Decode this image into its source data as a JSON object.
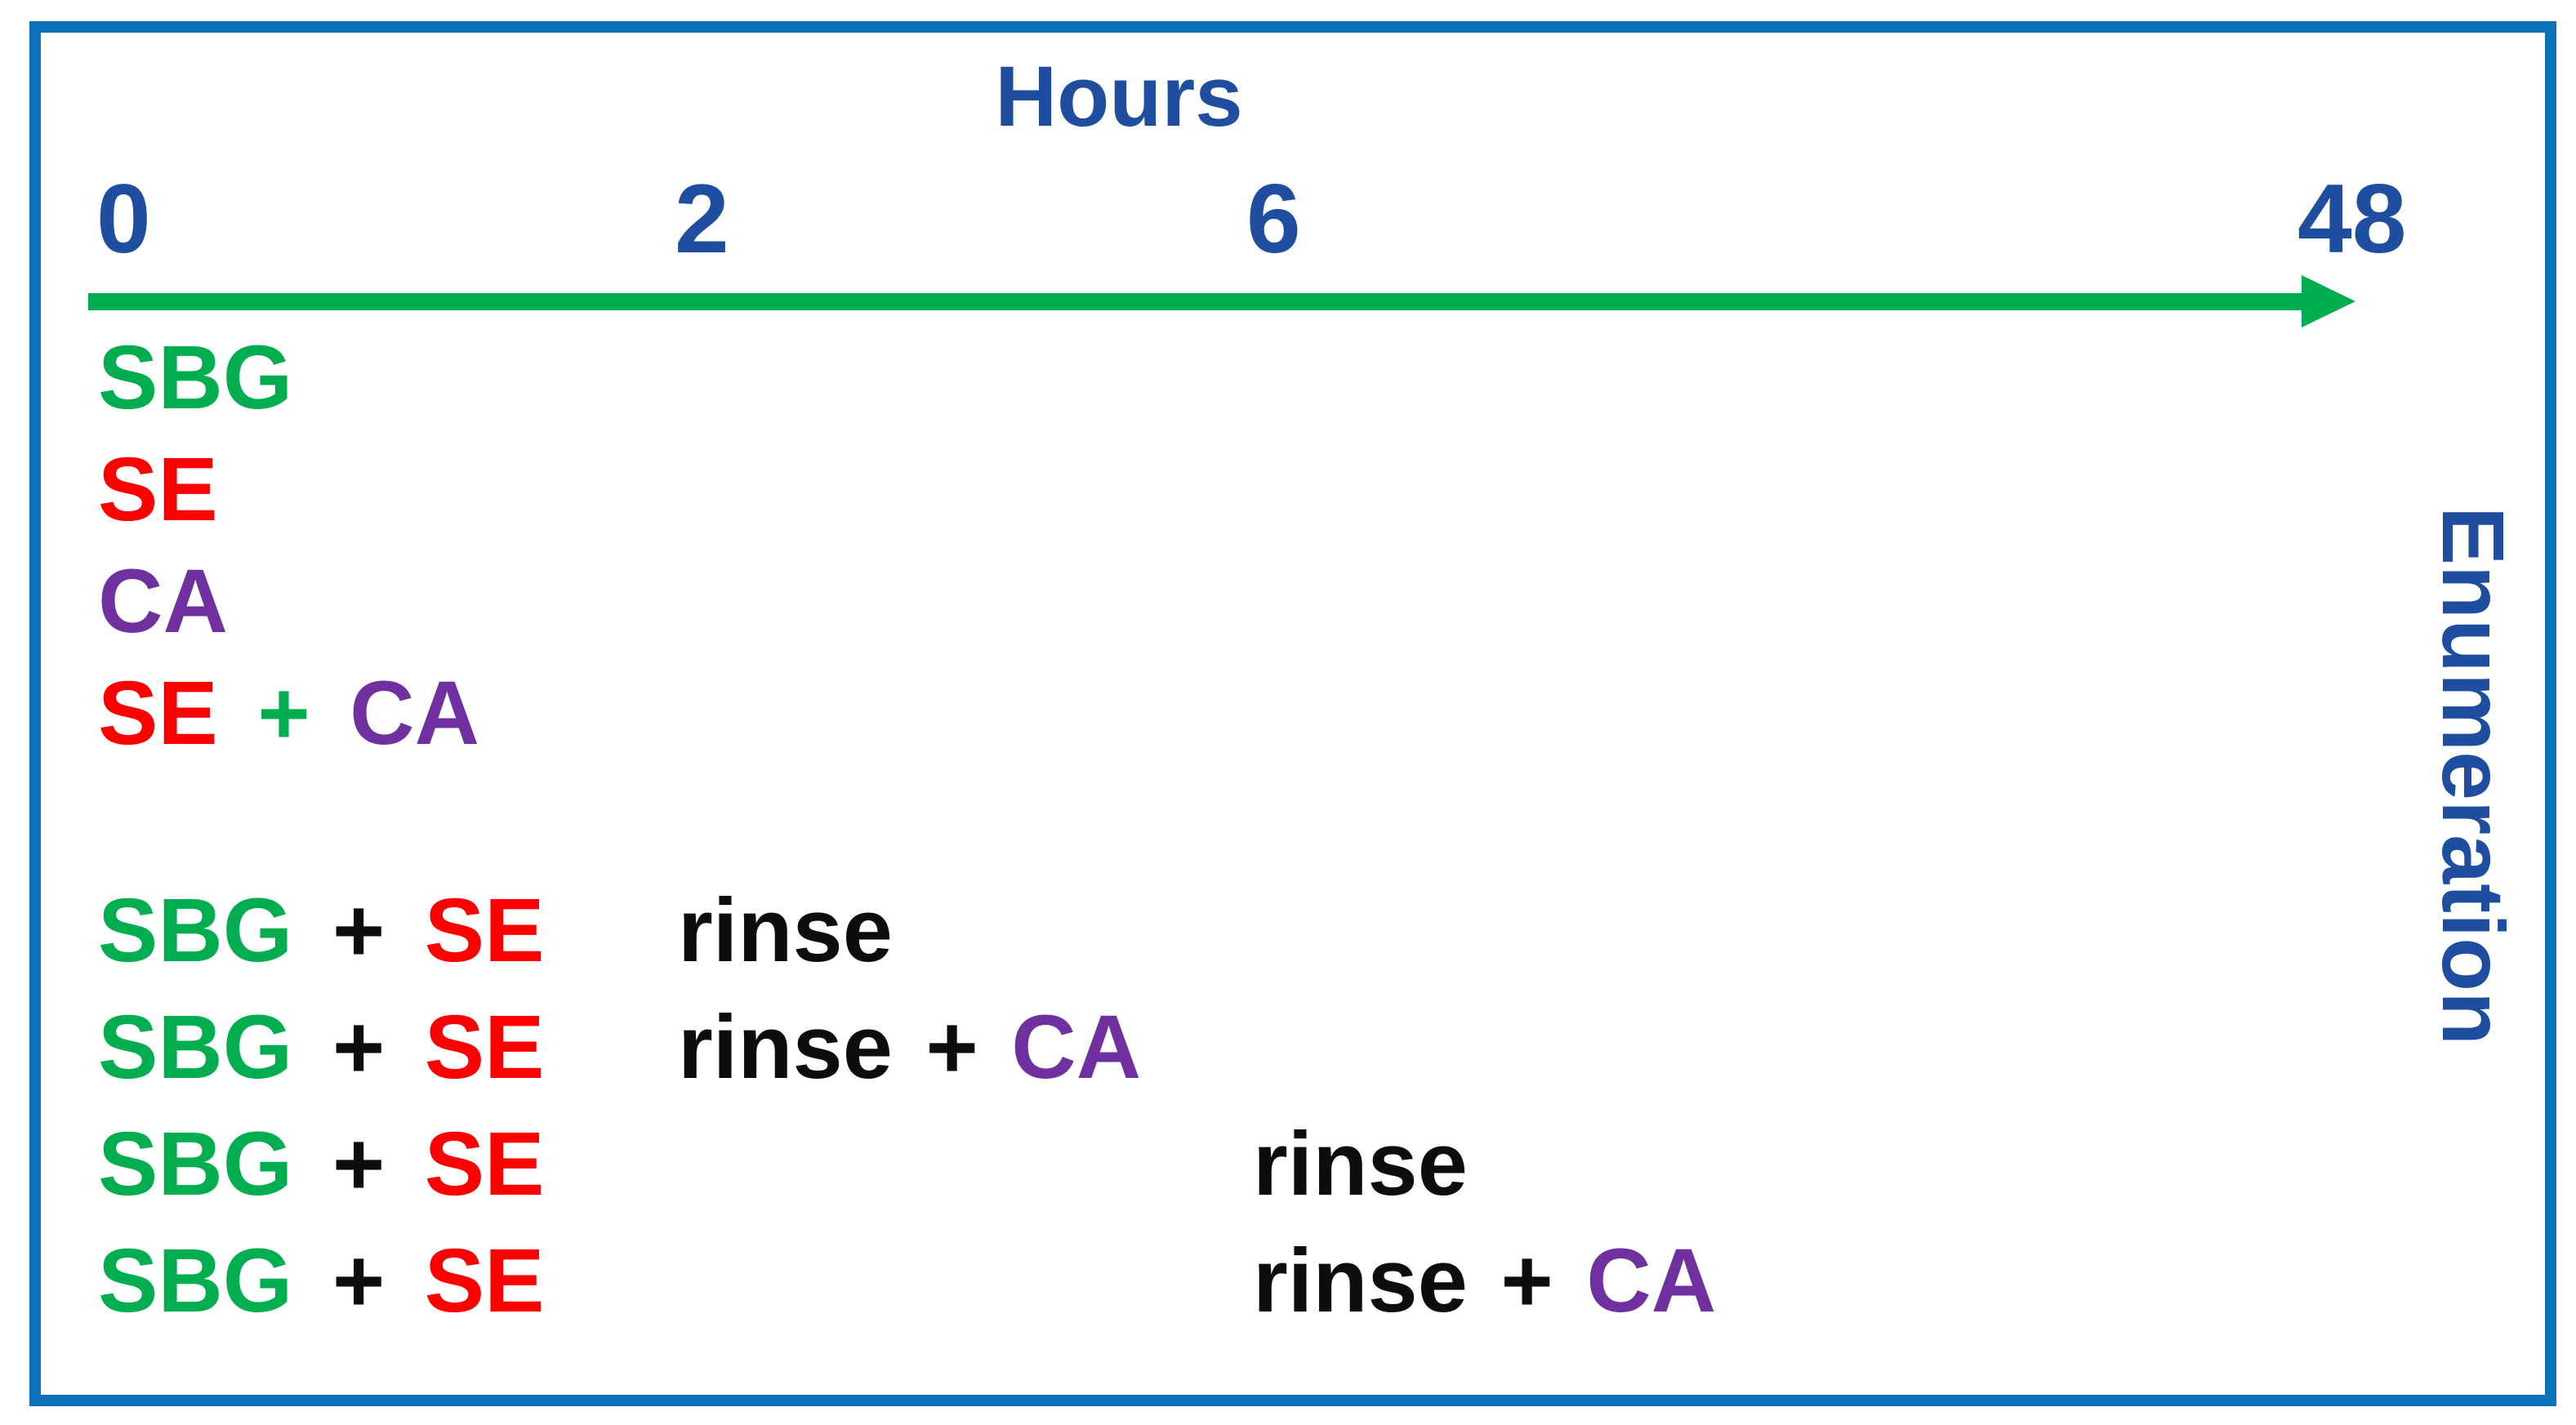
{
  "colors": {
    "border": "#0c72bc",
    "axis": "#1f4ea0",
    "green": "#00ae50",
    "red": "#ff0000",
    "purple": "#7030a0",
    "black": "#0d0d0d"
  },
  "timeline": {
    "axis_title": "Hours",
    "ticks": [
      "0",
      "2",
      "6",
      "48"
    ],
    "right_axis_label": "Enumeration",
    "arrow_color": "#00ae50"
  },
  "abbreviations": {
    "SBG": "green",
    "SE": "red",
    "CA": "purple",
    "rinse": "black"
  },
  "rows": [
    {
      "label": "SBG",
      "segments": [
        {
          "t": "SBG",
          "c": "green"
        }
      ]
    },
    {
      "label": "SE",
      "segments": [
        {
          "t": "SE",
          "c": "red"
        }
      ]
    },
    {
      "label": "CA",
      "segments": [
        {
          "t": "CA",
          "c": "purple"
        }
      ]
    },
    {
      "label": "SE + CA",
      "segments": [
        {
          "t": "SE ",
          "c": "red"
        },
        {
          "t": "+ ",
          "c": "green"
        },
        {
          "t": "CA",
          "c": "purple"
        }
      ]
    },
    {
      "label": "SBG + SE",
      "segments": [
        {
          "t": "SBG ",
          "c": "green"
        },
        {
          "t": "+ ",
          "c": "black"
        },
        {
          "t": "SE",
          "c": "red"
        }
      ],
      "note": {
        "at_hour": "2",
        "label": "rinse",
        "segments": [
          {
            "t": "rinse",
            "c": "black"
          }
        ]
      }
    },
    {
      "label": "SBG + SE",
      "segments": [
        {
          "t": "SBG ",
          "c": "green"
        },
        {
          "t": "+ ",
          "c": "black"
        },
        {
          "t": "SE",
          "c": "red"
        }
      ],
      "note": {
        "at_hour": "2",
        "label": "rinse + CA",
        "segments": [
          {
            "t": "rinse + ",
            "c": "black"
          },
          {
            "t": "CA",
            "c": "purple"
          }
        ]
      }
    },
    {
      "label": "SBG + SE",
      "segments": [
        {
          "t": "SBG ",
          "c": "green"
        },
        {
          "t": "+ ",
          "c": "black"
        },
        {
          "t": "SE",
          "c": "red"
        }
      ],
      "note": {
        "at_hour": "6",
        "label": "rinse",
        "segments": [
          {
            "t": "rinse",
            "c": "black"
          }
        ]
      }
    },
    {
      "label": "SBG + SE",
      "segments": [
        {
          "t": "SBG ",
          "c": "green"
        },
        {
          "t": "+ ",
          "c": "black"
        },
        {
          "t": "SE",
          "c": "red"
        }
      ],
      "note": {
        "at_hour": "6",
        "label": "rinse + CA",
        "segments": [
          {
            "t": "rinse + ",
            "c": "black"
          },
          {
            "t": "CA",
            "c": "purple"
          }
        ]
      }
    }
  ]
}
